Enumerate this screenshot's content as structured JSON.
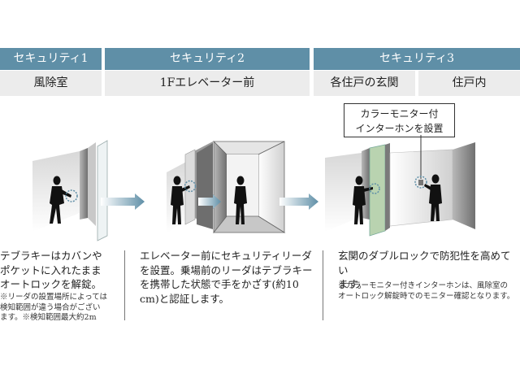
{
  "headers": {
    "security1": "セキュリティ1",
    "security2": "セキュリティ2",
    "security3": "セキュリティ3"
  },
  "locations": {
    "windbreak_room": "風除室",
    "elevator_hall": "1Fエレベーター前",
    "unit_entrance": "各住戸の玄関",
    "unit_interior": "住戸内"
  },
  "callout": {
    "line1": "カラーモニター付",
    "line2": "インターホンを設置"
  },
  "descriptions": {
    "security1": {
      "lines": [
        "テブラキーはカバンや",
        "ポケットに入れたまま",
        "オートロックを解錠。"
      ],
      "note_lines": [
        "※リーダの設置場所によっては",
        "検知範囲が違う場合がござい",
        "ます。※検知範囲最大約2m"
      ]
    },
    "security2": {
      "lines": [
        "エレベーター前にセキュリティリーダ",
        "を設置。乗場前のリーダはテブラキー",
        "を携帯した状態で手をかざす(約10",
        "cm)と認証します。"
      ]
    },
    "security3": {
      "lines": [
        "玄関のダブルロックで防犯性を高めてい",
        "ます。"
      ],
      "note_lines": [
        "※カラーモニター付きインターホンは、風除室の",
        "オートロック解錠時でのモニター確認となります。"
      ]
    }
  },
  "colors": {
    "header_bg": "#5f8fa7",
    "sub_bg": "#ececec",
    "arrow": "#5f8fa7",
    "door_green": "#b9d3b0"
  }
}
